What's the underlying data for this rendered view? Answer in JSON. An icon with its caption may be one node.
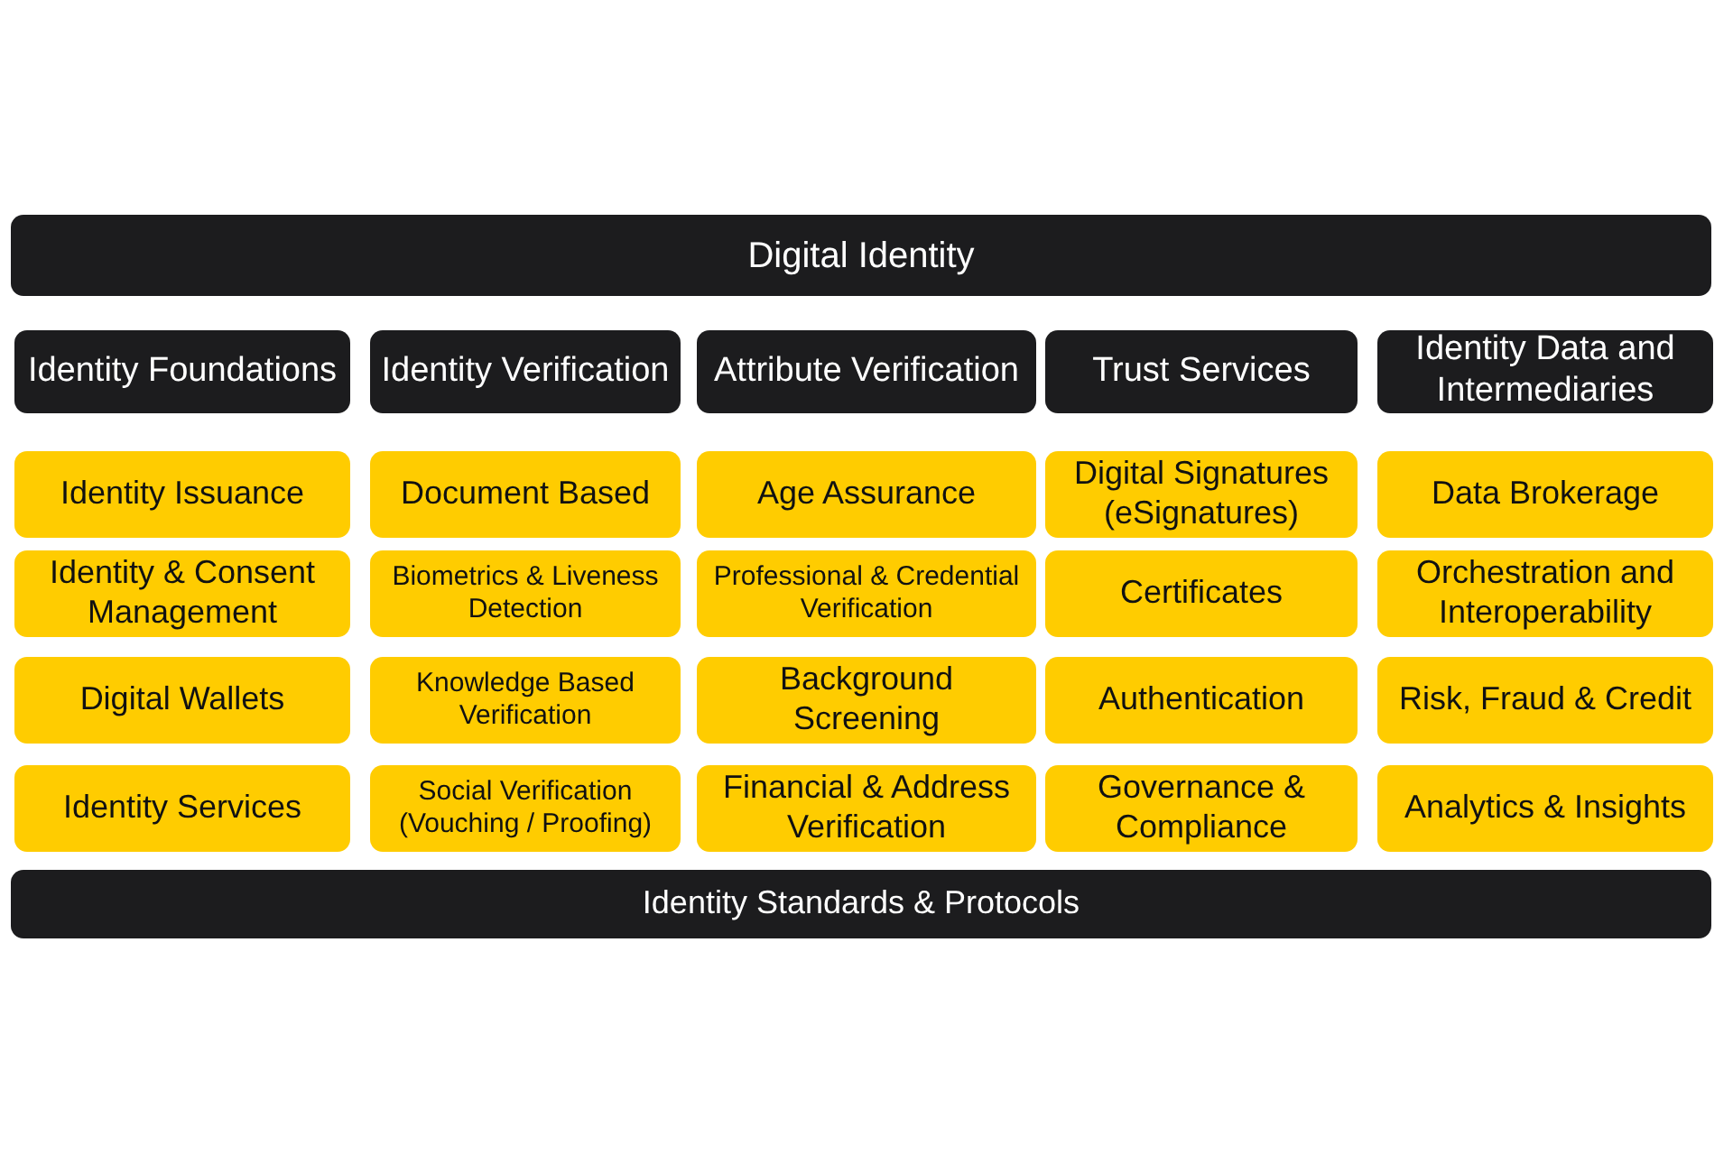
{
  "diagram": {
    "nodes": [
      {
        "text": [
          "Digital Identity"
        ]
      },
      {
        "text": [
          "Identity Foundations"
        ]
      },
      {
        "text": [
          "Identity Verification"
        ]
      },
      {
        "text": [
          "Attribute Verification"
        ]
      },
      {
        "text": [
          "Trust Services"
        ]
      },
      {
        "text": [
          "Identity Data and Intermediaries"
        ]
      },
      {
        "text": [
          "Identity Issuance"
        ]
      },
      {
        "text": [
          "Document Based"
        ]
      },
      {
        "text": [
          "Age Assurance"
        ]
      },
      {
        "text": [
          "Digital Signatures (eSignatures)"
        ]
      },
      {
        "text": [
          "Data Brokerage"
        ]
      },
      {
        "text": [
          "Identity & Consent Management"
        ]
      },
      {
        "text": [
          "Biometrics & Liveness Detection"
        ]
      },
      {
        "text": [
          "Professional & Credential Verification"
        ]
      },
      {
        "text": [
          "Certificates"
        ]
      },
      {
        "text": [
          "Orchestration and Interoperability"
        ]
      },
      {
        "text": [
          "Digital Wallets"
        ]
      },
      {
        "text": [
          "Knowledge Based Verification"
        ]
      },
      {
        "text": [
          "Background Screening"
        ]
      },
      {
        "text": [
          "Authentication"
        ]
      },
      {
        "text": [
          "Risk, Fraud & Credit"
        ]
      },
      {
        "text": [
          "Identity Services"
        ]
      },
      {
        "text": [
          "Social Verification (Vouching / Proofing)"
        ]
      },
      {
        "text": [
          "Financial & Address Verification"
        ]
      },
      {
        "text": [
          "Governance & Compliance"
        ]
      },
      {
        "text": [
          "Analytics & Insights"
        ]
      },
      {
        "text": [
          "Identity Standards & Protocols"
        ]
      }
    ]
  }
}
